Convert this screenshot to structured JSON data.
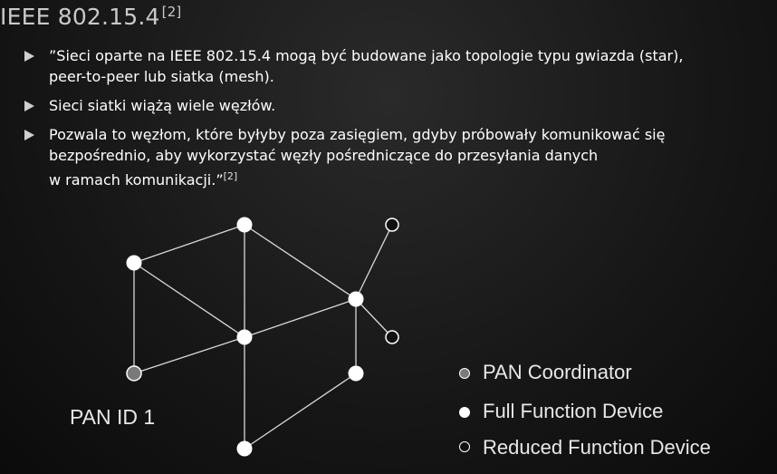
{
  "title": {
    "text": "IEEE 802.15.4",
    "ref": "[2]"
  },
  "bullets": [
    {
      "lines": [
        "”Sieci oparte na IEEE 802.15.4 mogą być budowane jako topologie typu gwiazda (star),",
        "peer-to-peer lub siatka (mesh)."
      ]
    },
    {
      "lines": [
        "Sieci siatki wiążą wiele węzłów."
      ]
    },
    {
      "lines": [
        "Pozwala to węzłom, które byłyby poza zasięgiem, gdyby próbowały komunikować się",
        "bezpośrednio, aby wykorzystać węzły pośredniczące do przesyłania danych",
        "w ramach komunikacji.”"
      ],
      "ref": "[2]"
    }
  ],
  "diagram": {
    "pan_label": "PAN ID 1",
    "node_colors": {
      "coordinator": "#7a7a7a",
      "full": "#ffffff",
      "reduced": "#111111"
    }
  },
  "legend": [
    {
      "type": "coordinator",
      "label": "PAN Coordinator"
    },
    {
      "type": "full",
      "label": "Full Function Device"
    },
    {
      "type": "reduced",
      "label": "Reduced Function Device"
    }
  ]
}
